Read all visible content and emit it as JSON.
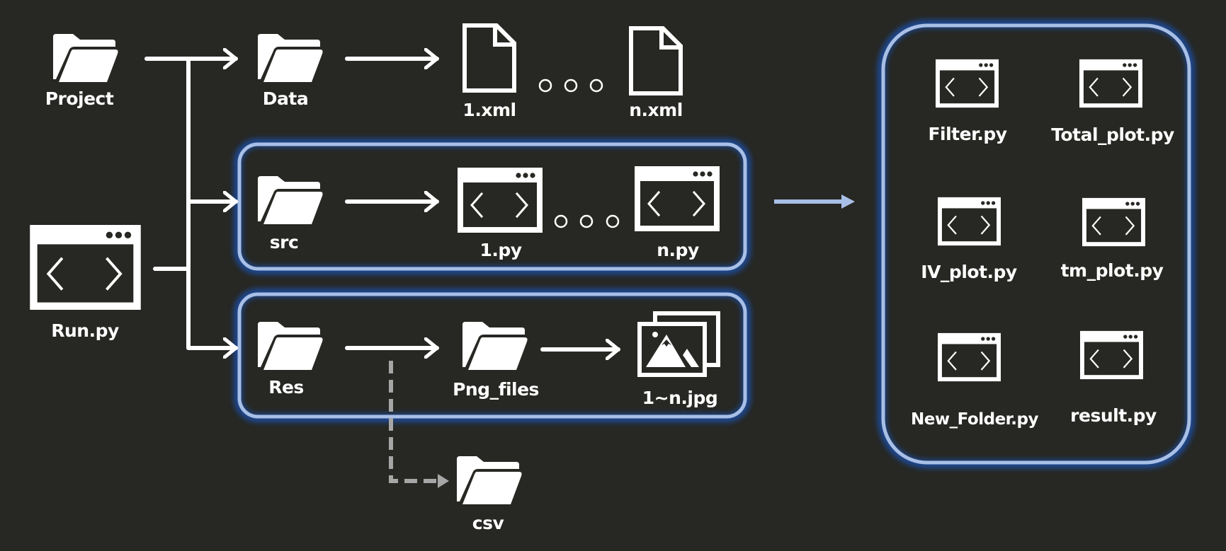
{
  "diagram": {
    "title": "Project folder structure",
    "colors": {
      "background": "#272723",
      "foreground": "#ffffff",
      "panel_border": "#a8bfe6",
      "panel_glow": "#1f4a94",
      "dashed": "#a6a6a6"
    },
    "nodes": {
      "project": {
        "label": "Project",
        "icon": "folder-icon"
      },
      "run": {
        "label": "Run.py",
        "icon": "code-window-icon"
      },
      "data": {
        "label": "Data",
        "icon": "folder-icon"
      },
      "xml_first": {
        "label": "1.xml",
        "icon": "document-icon"
      },
      "xml_last": {
        "label": "n.xml",
        "icon": "document-icon"
      },
      "src": {
        "label": "src",
        "icon": "folder-icon"
      },
      "py_first": {
        "label": "1.py",
        "icon": "code-window-icon"
      },
      "py_last": {
        "label": "n.py",
        "icon": "code-window-icon"
      },
      "res": {
        "label": "Res",
        "icon": "folder-icon"
      },
      "png_files": {
        "label": "Png_files",
        "icon": "folder-icon"
      },
      "jpg": {
        "label": "1~n.jpg",
        "icon": "images-icon"
      },
      "csv": {
        "label": "csv",
        "icon": "folder-icon"
      }
    },
    "ellipsis": "o o o",
    "modules_panel": {
      "items": [
        {
          "label": "Filter.py",
          "icon": "code-window-icon"
        },
        {
          "label": "Total_plot.py",
          "icon": "code-window-icon"
        },
        {
          "label": "IV_plot.py",
          "icon": "code-window-icon"
        },
        {
          "label": "tm_plot.py",
          "icon": "code-window-icon"
        },
        {
          "label": "New_Folder.py",
          "icon": "code-window-icon"
        },
        {
          "label": "result.py",
          "icon": "code-window-icon"
        }
      ]
    },
    "edges": [
      {
        "from": "project",
        "to": "data",
        "style": "solid"
      },
      {
        "from": "run",
        "to": "data",
        "style": "solid"
      },
      {
        "from": "run",
        "to": "src",
        "style": "solid"
      },
      {
        "from": "run",
        "to": "res",
        "style": "solid"
      },
      {
        "from": "data",
        "to": "xml_first",
        "style": "solid"
      },
      {
        "from": "src",
        "to": "py_first",
        "style": "solid"
      },
      {
        "from": "res",
        "to": "png_files",
        "style": "solid"
      },
      {
        "from": "png_files",
        "to": "jpg",
        "style": "solid"
      },
      {
        "from": "res",
        "to": "csv",
        "style": "dashed"
      },
      {
        "from": "src_panel",
        "to": "modules_panel",
        "style": "highlight"
      }
    ]
  }
}
